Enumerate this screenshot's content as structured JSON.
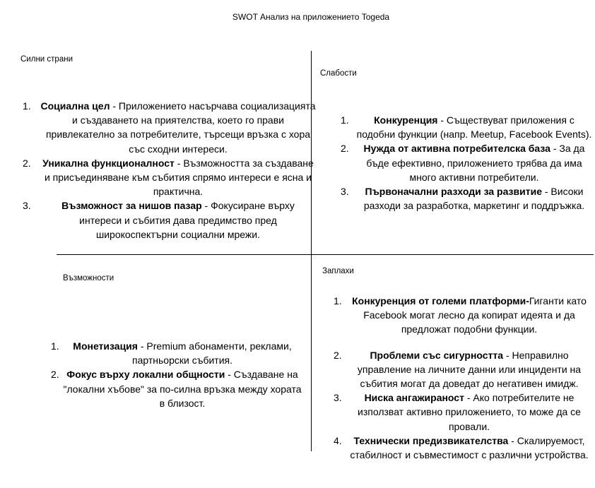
{
  "title": "SWOT Анализ на приложението Togeda",
  "strengths": {
    "label": "Силни страни",
    "items": [
      {
        "num": "1.",
        "bold": "Социална цел",
        "text": " - Приложението насърчава социализацията и създаването на приятелства, което го прави привлекателно за потребителите, търсещи връзка с хора със сходни интереси."
      },
      {
        "num": "2.",
        "bold": "Уникална функционалност",
        "text": " - Възможността за създаване и присъединяване към събития спрямо интереси е ясна и практична."
      },
      {
        "num": "3.",
        "bold": "Възможност за нишов пазар",
        "text": " - Фокусиране върху интереси и събития дава предимство пред широкоспектърни социални мрежи."
      }
    ]
  },
  "weaknesses": {
    "label": "Слабости",
    "items": [
      {
        "num": "1.",
        "bold": "Конкуренция",
        "text": " - Съществуват приложения с подобни функции (напр. Meetup, Facebook Events)."
      },
      {
        "num": "2.",
        "bold": "Нужда от активна потребителска база",
        "text": " - За да бъде ефективно, приложението трябва да има много активни потребители."
      },
      {
        "num": "3.",
        "bold": "Първоначални разходи за развитие",
        "text": " - Високи разходи за разработка, маркетинг и поддръжка."
      }
    ]
  },
  "opportunities": {
    "label": "Възможности",
    "items": [
      {
        "num": "1.",
        "bold": "Монетизация",
        "text": " - Premium абонаменти, реклами, партньорски събития."
      },
      {
        "num": "2.",
        "bold": "Фокус върху локални общности",
        "text": " - Създаване на \"локални хъбове\" за по-силна връзка между хората в близост."
      }
    ]
  },
  "threats": {
    "label": "Заплахи",
    "items": [
      {
        "num": "1.",
        "bold": "Конкуренция от големи платформи-",
        "text": "Гиганти като Facebook могат лесно да копират идеята и да предложат подобни функции."
      },
      {
        "num": "2.",
        "bold": "Проблеми със сигурността",
        "text": " - Неправилно управление на личните данни или инциденти на събития могат да доведат до негативен имидж."
      },
      {
        "num": "3.",
        "bold": "Ниска ангажираност",
        "text": " - Ако потребителите не използват активно приложението, то може да се провали."
      },
      {
        "num": "4.",
        "bold": "Технически предизвикателства",
        "text": " - Скалируемост, стабилност и съвместимост с различни устройства."
      }
    ]
  }
}
